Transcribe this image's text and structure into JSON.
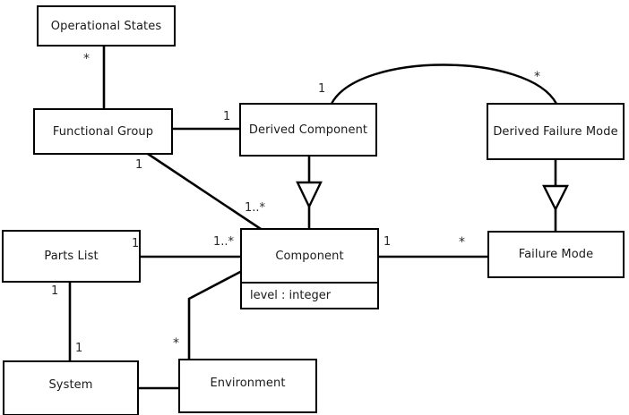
{
  "diagram": {
    "title": "UML Class Diagram",
    "type": "uml-class-diagram",
    "background_color": "#ffffff",
    "line_color": "#000000",
    "text_color": "#1a1a1a",
    "classes": [
      {
        "id": "operational-states",
        "name": "Operational States",
        "attributes": []
      },
      {
        "id": "functional-group",
        "name": "Functional Group",
        "attributes": []
      },
      {
        "id": "derived-component",
        "name": "Derived Component",
        "attributes": []
      },
      {
        "id": "derived-failure-mode",
        "name": "Derived Failure Mode",
        "attributes": []
      },
      {
        "id": "parts-list",
        "name": "Parts List",
        "attributes": []
      },
      {
        "id": "component",
        "name": "Component",
        "attributes": [
          "level : integer"
        ]
      },
      {
        "id": "failure-mode",
        "name": "Failure Mode",
        "attributes": []
      },
      {
        "id": "system",
        "name": "System",
        "attributes": []
      },
      {
        "id": "environment",
        "name": "Environment",
        "attributes": []
      }
    ],
    "class_labels": {
      "operational_states": "Operational States",
      "functional_group": "Functional Group",
      "derived_component": "Derived Component",
      "derived_failure_mode": "Derived Failure Mode",
      "parts_list": "Parts List",
      "component": "Component",
      "component_attribute_level": "level : integer",
      "failure_mode": "Failure Mode",
      "system": "System",
      "environment": "Environment"
    },
    "multiplicities": {
      "opstates_to_funcgroup": "*",
      "funcgroup_to_derivedcomponent": "1",
      "funcgroup_to_component": "1",
      "funcgroup_component_far": "1..*",
      "derivedcomponent_arc": "1",
      "derivedfailuremode_arc": "*",
      "partslist_to_component": "1",
      "component_from_partslist": "1..*",
      "partslist_to_system_top": "1",
      "partslist_to_system_bottom": "1",
      "component_to_failuremode": "1",
      "failuremode_from_component": "*",
      "environment_to_component": "*"
    },
    "relationships": [
      {
        "from": "operational-states",
        "to": "functional-group",
        "kind": "association",
        "source_mult": "*",
        "target_mult": ""
      },
      {
        "from": "functional-group",
        "to": "derived-component",
        "kind": "association",
        "source_mult": "",
        "target_mult": "1"
      },
      {
        "from": "functional-group",
        "to": "component",
        "kind": "association",
        "source_mult": "1",
        "target_mult": "1..*"
      },
      {
        "from": "derived-component",
        "to": "derived-failure-mode",
        "kind": "association-arc",
        "source_mult": "1",
        "target_mult": "*"
      },
      {
        "from": "derived-component",
        "to": "component",
        "kind": "generalization",
        "source_mult": "",
        "target_mult": ""
      },
      {
        "from": "derived-failure-mode",
        "to": "failure-mode",
        "kind": "generalization",
        "source_mult": "",
        "target_mult": ""
      },
      {
        "from": "parts-list",
        "to": "component",
        "kind": "association",
        "source_mult": "1",
        "target_mult": "1..*"
      },
      {
        "from": "parts-list",
        "to": "system",
        "kind": "association",
        "source_mult": "1",
        "target_mult": "1"
      },
      {
        "from": "component",
        "to": "failure-mode",
        "kind": "association",
        "source_mult": "1",
        "target_mult": "*"
      },
      {
        "from": "component",
        "to": "environment",
        "kind": "association",
        "source_mult": "",
        "target_mult": "*"
      },
      {
        "from": "system",
        "to": "environment",
        "kind": "association",
        "source_mult": "",
        "target_mult": ""
      }
    ]
  }
}
